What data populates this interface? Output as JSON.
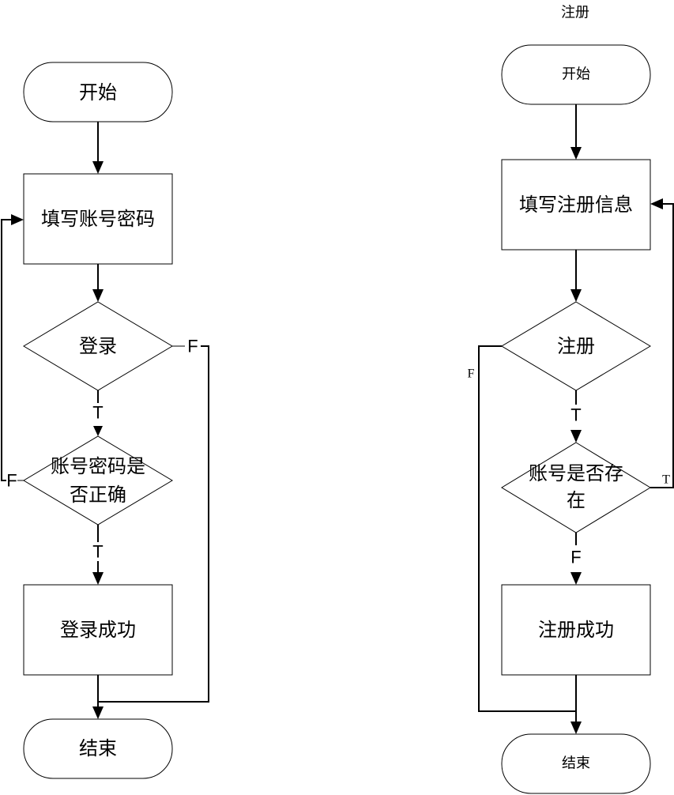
{
  "login_flow": {
    "start": "开始",
    "input": "填写账号密码",
    "decision_login": "登录",
    "decision_check_line1": "账号密码是",
    "decision_check_line2": "否正确",
    "success": "登录成功",
    "end": "结束",
    "edge_login_true": "T",
    "edge_login_false": "F",
    "edge_check_true": "T",
    "edge_check_false": "F"
  },
  "register_flow": {
    "title": "注册",
    "start": "开始",
    "input": "填写注册信息",
    "decision_register": "注册",
    "decision_exists_line1": "账号是否存",
    "decision_exists_line2": "在",
    "success": "注册成功",
    "end": "结束",
    "edge_register_true": "T",
    "edge_register_false": "F",
    "edge_exists_true": "T",
    "edge_exists_false": "F"
  }
}
